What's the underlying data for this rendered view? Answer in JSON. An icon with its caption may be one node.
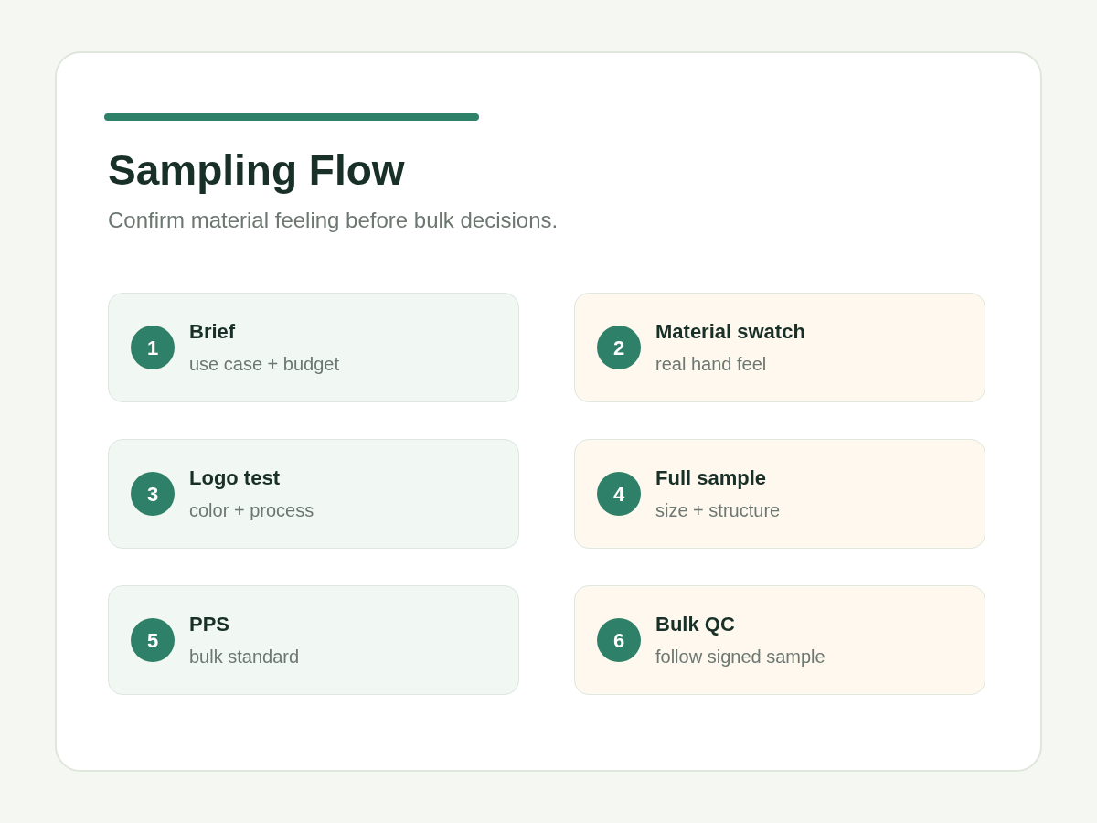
{
  "diagram": {
    "title": "Sampling Flow",
    "nodes": [
      {
        "text": [
          "Brief",
          "use case + budget"
        ]
      },
      {
        "text": [
          "1"
        ],
        "in": 0
      },
      {
        "text": [
          "Material swatch",
          "real hand feel"
        ]
      },
      {
        "text": [
          "2"
        ],
        "in": 2
      },
      {
        "text": [
          "Logo test",
          "color + process"
        ]
      },
      {
        "text": [
          "3"
        ],
        "in": 4
      },
      {
        "text": [
          "Full sample",
          "size + structure"
        ]
      },
      {
        "text": [
          "4"
        ],
        "in": 6
      },
      {
        "text": [
          "PPS",
          "bulk standard"
        ]
      },
      {
        "text": [
          "5"
        ],
        "in": 8
      },
      {
        "text": [
          "Bulk QC",
          "follow signed sample"
        ]
      },
      {
        "text": [
          "6"
        ],
        "in": 10
      }
    ],
    "labels": [
      "Confirm material feeling before bulk decisions."
    ]
  }
}
